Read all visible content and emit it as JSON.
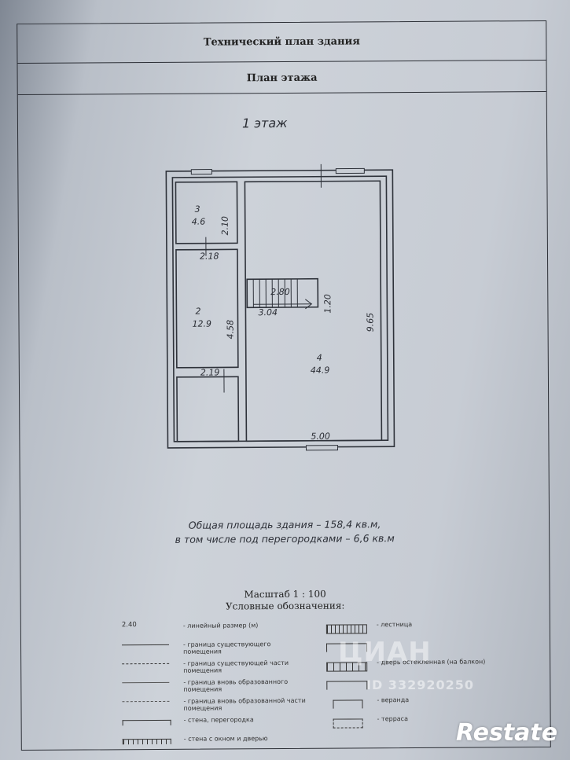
{
  "header": {
    "title": "Технический план здания",
    "subtitle": "План этажа"
  },
  "plan": {
    "floor_label": "1 этаж",
    "rooms": [
      {
        "number": "3",
        "area": "4.6"
      },
      {
        "number": "2",
        "area": "12.9"
      },
      {
        "number": "4",
        "area": "44.9"
      }
    ],
    "dimensions": {
      "room3_height": "2.10",
      "room3_width": "2.18",
      "room2_height": "4.58",
      "room2_width": "2.19",
      "stair_width": "2.80",
      "stair_length": "3.04",
      "stair_height": "1.20",
      "room4_height": "9.65",
      "room4_width": "5.00"
    }
  },
  "area_summary": {
    "line1": "Общая площадь здания – 158,4 кв.м,",
    "line2": "в том числе под перегородками – 6,6 кв.м"
  },
  "scale": {
    "label": "Масштаб 1 : 100",
    "legend_title": "Условные обозначения:"
  },
  "legend": {
    "left": [
      {
        "symbol": "2.40",
        "text": "- линейный размер (м)"
      },
      {
        "symbol": "",
        "text": "- граница существующего помещения"
      },
      {
        "symbol": "",
        "text": "- граница существующей части помещения"
      },
      {
        "symbol": "",
        "text": "- граница вновь образованного помещения"
      },
      {
        "symbol": "",
        "text": "- граница вновь образованной части помещения"
      },
      {
        "symbol": "",
        "text": "- стена, перегородка"
      },
      {
        "symbol": "",
        "text": "- стена с окном и дверью"
      }
    ],
    "right": [
      {
        "text": "- лестница"
      },
      {
        "text": ""
      },
      {
        "text": "- дверь остекленная (на балкон)"
      },
      {
        "text": ""
      },
      {
        "text": "- веранда"
      },
      {
        "text": "- терраса"
      }
    ]
  },
  "watermark": {
    "brand": "ЦИАН",
    "id": "ID 332920250",
    "site": "Restate"
  }
}
